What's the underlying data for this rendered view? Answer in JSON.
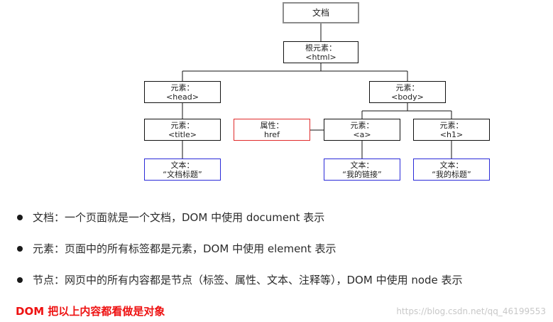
{
  "tree": {
    "document": {
      "label": "文档"
    },
    "html": {
      "line1": "根元素：",
      "line2": "<html>"
    },
    "head": {
      "line1": "元素：",
      "line2": "<head>"
    },
    "body": {
      "line1": "元素：",
      "line2": "<body>"
    },
    "title": {
      "line1": "元素：",
      "line2": "<title>"
    },
    "attr_href": {
      "line1": "属性：",
      "line2": "href"
    },
    "a": {
      "line1": "元素：",
      "line2": "<a>"
    },
    "h1": {
      "line1": "元素：",
      "line2": "<h1>"
    },
    "text_title": {
      "line1": "文本：",
      "line2": "“文档标题”"
    },
    "text_link": {
      "line1": "文本：",
      "line2": "“我的链接”"
    },
    "text_heading": {
      "line1": "文本：",
      "line2": "“我的标题”"
    }
  },
  "bullets": [
    "文档：一个页面就是一个文档，DOM 中使用 document 表示",
    "元素：页面中的所有标签都是元素，DOM 中使用 element 表示",
    "节点：网页中的所有内容都是节点（标签、属性、文本、注释等），DOM 中使用 node 表示"
  ],
  "summary": "DOM 把以上内容都看做是对象",
  "watermark": "https://blog.csdn.net/qq_46199553",
  "colors": {
    "element_border": "#111111",
    "document_border": "#8c8c8c",
    "attribute_border": "#e02b2b",
    "text_border": "#2a2ad8",
    "summary_text": "#ee1111"
  }
}
